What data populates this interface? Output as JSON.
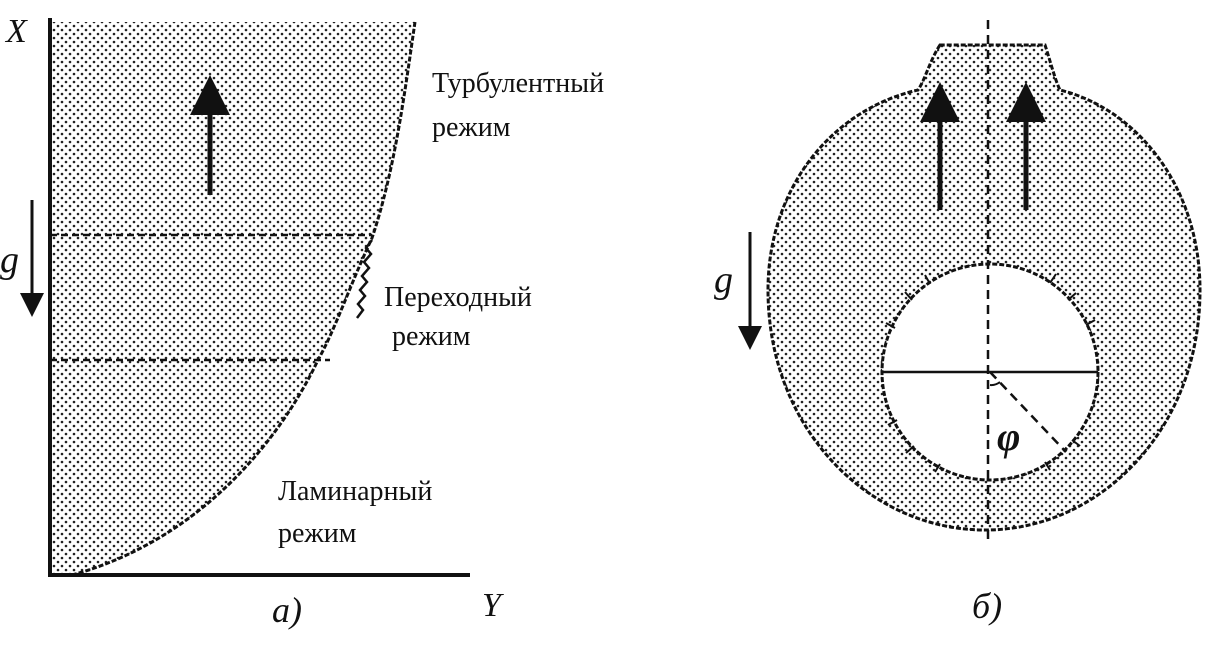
{
  "panel_a": {
    "axis_x_label": "X",
    "axis_y_label": "Y",
    "gravity_label": "g",
    "caption": "а)",
    "regimes": {
      "turbulent": [
        "Турбулентный",
        "режим"
      ],
      "transitional": [
        "Переходный",
        "режим"
      ],
      "laminar": [
        "Ламинарный",
        "режим"
      ]
    }
  },
  "panel_b": {
    "gravity_label": "g",
    "angle_label": "φ",
    "caption": "б)"
  }
}
